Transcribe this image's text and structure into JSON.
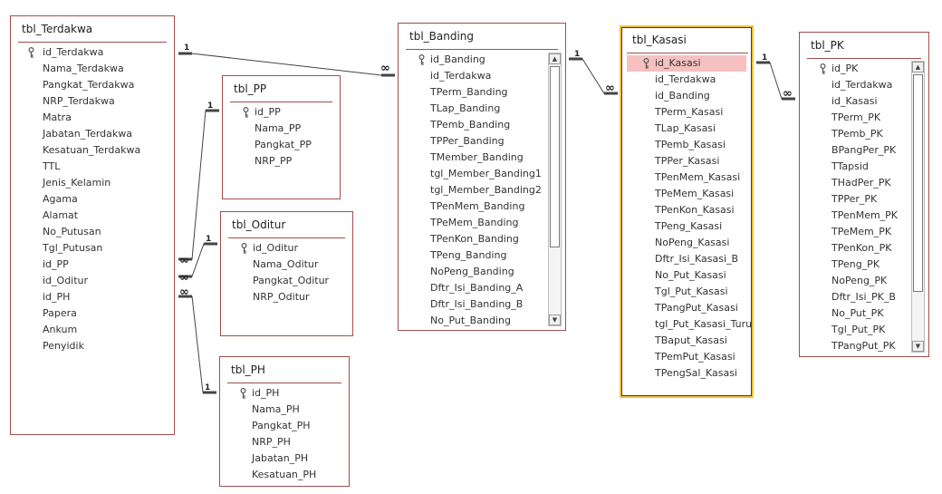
{
  "tables": [
    {
      "id": "tbl_terdakwa",
      "name": "tbl_Terdakwa",
      "fields": [
        "id_Terdakwa",
        "Nama_Terdakwa",
        "Pangkat_Terdakwa",
        "NRP_Terdakwa",
        "Matra",
        "Jabatan_Terdakwa",
        "Kesatuan_Terdakwa",
        "TTL",
        "Jenis_Kelamin",
        "Agama",
        "Alamat",
        "No_Putusan",
        "Tgl_Putusan",
        "id_PP",
        "id_Oditur",
        "id_PH",
        "Papera",
        "Ankum",
        "Penyidik"
      ],
      "key_fields": [
        0
      ],
      "has_scrollbar": false
    },
    {
      "id": "tbl_pp",
      "name": "tbl_PP",
      "fields": [
        "id_PP",
        "Nama_PP",
        "Pangkat_PP",
        "NRP_PP"
      ],
      "key_fields": [
        0
      ],
      "has_scrollbar": false
    },
    {
      "id": "tbl_oditur",
      "name": "tbl_Oditur",
      "fields": [
        "id_Oditur",
        "Nama_Oditur",
        "Pangkat_Oditur",
        "NRP_Oditur"
      ],
      "key_fields": [
        0
      ],
      "has_scrollbar": false
    },
    {
      "id": "tbl_ph",
      "name": "tbl_PH",
      "fields": [
        "id_PH",
        "Nama_PH",
        "Pangkat_PH",
        "NRP_PH",
        "Jabatan_PH",
        "Kesatuan_PH"
      ],
      "key_fields": [
        0
      ],
      "has_scrollbar": false
    },
    {
      "id": "tbl_banding",
      "name": "tbl_Banding",
      "fields": [
        "id_Banding",
        "id_Terdakwa",
        "TPerm_Banding",
        "TLap_Banding",
        "TPemb_Banding",
        "TPPer_Banding",
        "TMember_Banding",
        "tgl_Member_Banding1",
        "tgl_Member_Banding2",
        "TPenMem_Banding",
        "TPeMem_Banding",
        "TPenKon_Banding",
        "TPeng_Banding",
        "NoPeng_Banding",
        "Dftr_Isi_Banding_A",
        "Dftr_Isi_Banding_B",
        "No_Put_Banding"
      ],
      "key_fields": [
        0
      ],
      "has_scrollbar": true
    },
    {
      "id": "tbl_kasasi",
      "name": "tbl_Kasasi",
      "fields": [
        "id_Kasasi",
        "id_Terdakwa",
        "id_Banding",
        "TPerm_Kasasi",
        "TLap_Kasasi",
        "TPemb_Kasasi",
        "TPPer_Kasasi",
        "TPenMem_Kasasi",
        "TPeMem_Kasasi",
        "TPenKon_Kasasi",
        "TPeng_Kasasi",
        "NoPeng_Kasasi",
        "Dftr_Isi_Kasasi_B",
        "No_Put_Kasasi",
        "Tgl_Put_Kasasi",
        "TPangPut_Kasasi",
        "tgl_Put_Kasasi_Turun",
        "TBaput_Kasasi",
        "TPemPut_Kasasi",
        "TPengSal_Kasasi"
      ],
      "key_fields": [
        0
      ],
      "highlighted_field": 0,
      "selected": true,
      "has_scrollbar": false
    },
    {
      "id": "tbl_pk",
      "name": "tbl_PK",
      "fields": [
        "id_PK",
        "id_Terdakwa",
        "id_Kasasi",
        "TPerm_PK",
        "TPemb_PK",
        "BPangPer_PK",
        "TTapsid",
        "THadPer_PK",
        "TPPer_PK",
        "TPenMem_PK",
        "TPeMem_PK",
        "TPenKon_PK",
        "TPeng_PK",
        "NoPeng_PK",
        "Dftr_Isi_PK_B",
        "No_Put_PK",
        "Tgl_Put_PK",
        "TPangPut_PK"
      ],
      "key_fields": [
        0
      ],
      "has_scrollbar": true
    }
  ],
  "relationships": [
    {
      "from": "tbl_Terdakwa",
      "to": "tbl_Banding",
      "one_label": "1",
      "many_label": "∞"
    },
    {
      "from": "tbl_PP",
      "to": "tbl_Terdakwa",
      "one_label": "1",
      "many_label": "∞"
    },
    {
      "from": "tbl_Oditur",
      "to": "tbl_Terdakwa",
      "one_label": "1",
      "many_label": "∞"
    },
    {
      "from": "tbl_PH",
      "to": "tbl_Terdakwa",
      "one_label": "1",
      "many_label": "∞"
    },
    {
      "from": "tbl_Banding",
      "to": "tbl_Kasasi",
      "one_label": "1",
      "many_label": "∞"
    },
    {
      "from": "tbl_Kasasi",
      "to": "tbl_PK",
      "one_label": "1",
      "many_label": "∞"
    }
  ],
  "icons": {
    "primary_key": "key-icon",
    "scroll_up": "scroll-up-arrow-icon",
    "scroll_down": "scroll-down-arrow-icon"
  },
  "colors": {
    "table_border": "#a14d4d",
    "selected_border": "#f0c23a",
    "highlight_row": "#f6c0c0",
    "line": "#444444"
  }
}
